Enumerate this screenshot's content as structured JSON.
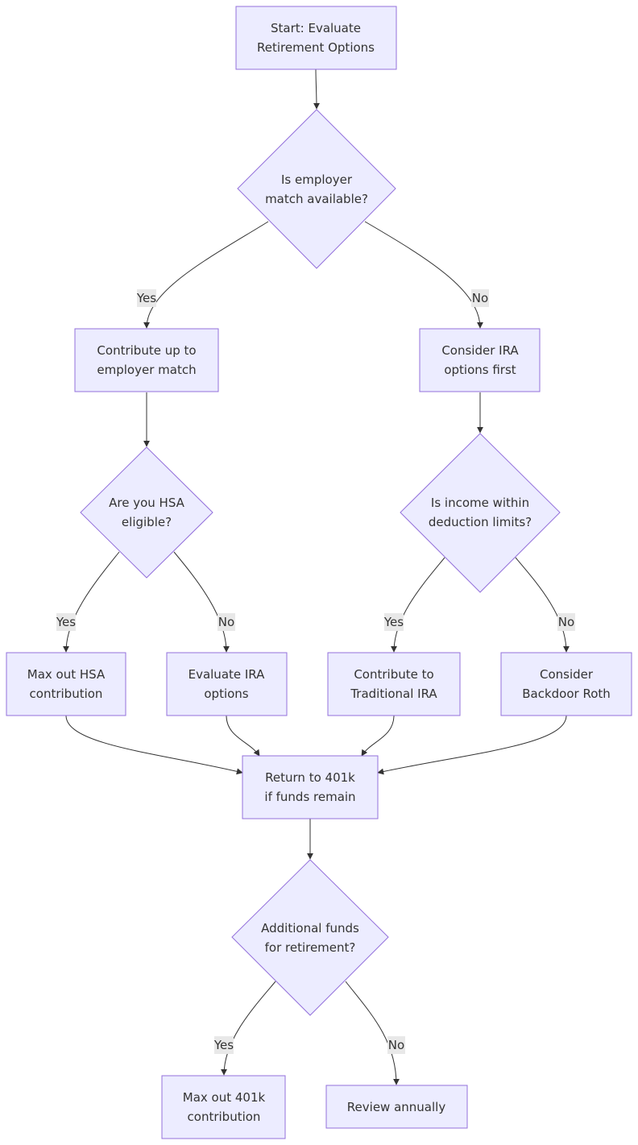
{
  "nodes": {
    "start": [
      "Start: Evaluate",
      "Retirement Options"
    ],
    "employer_match_q": [
      "Is employer",
      "match available?"
    ],
    "contribute_match": [
      "Contribute up to",
      "employer match"
    ],
    "consider_ira": [
      "Consider IRA",
      "options first"
    ],
    "hsa_q": [
      "Are you HSA",
      "eligible?"
    ],
    "income_q": [
      "Is income within",
      "deduction limits?"
    ],
    "max_hsa": [
      "Max out HSA",
      "contribution"
    ],
    "evaluate_ira": [
      "Evaluate IRA",
      "options"
    ],
    "traditional_ira": [
      "Contribute to",
      "Traditional IRA"
    ],
    "backdoor_roth": [
      "Consider",
      "Backdoor Roth"
    ],
    "return_401k": [
      "Return to 401k",
      "if funds remain"
    ],
    "additional_q": [
      "Additional funds",
      "for retirement?"
    ],
    "max_401k": [
      "Max out 401k",
      "contribution"
    ],
    "review": [
      "Review annually"
    ]
  },
  "edge_labels": {
    "match_yes": "Yes",
    "match_no": "No",
    "hsa_yes": "Yes",
    "hsa_no": "No",
    "income_yes": "Yes",
    "income_no": "No",
    "additional_yes": "Yes",
    "additional_no": "No"
  },
  "colors": {
    "node_fill": "#ECECFF",
    "node_stroke": "#9370DB",
    "edge": "#333333",
    "label_bg": "#e8e8e8",
    "text": "#333333"
  }
}
